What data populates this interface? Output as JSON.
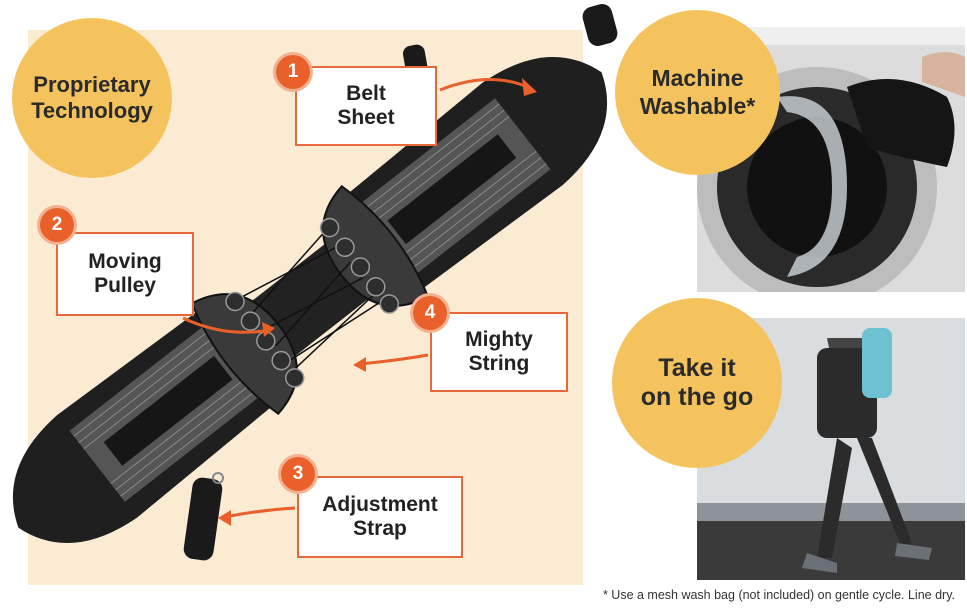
{
  "left_panel": {
    "headline": "Proprietary\nTechnology",
    "callouts": [
      {
        "number": "1",
        "label": "Belt\nSheet"
      },
      {
        "number": "2",
        "label": "Moving\nPulley"
      },
      {
        "number": "3",
        "label": "Adjustment\nStrap"
      },
      {
        "number": "4",
        "label": "Mighty\nString"
      }
    ]
  },
  "right_panel": {
    "washable": "Machine\nWashable*",
    "on_the_go": "Take it\non the go"
  },
  "footnote": "* Use a mesh wash bag (not included) on gentle cycle. Line dry.",
  "colors": {
    "panel_bg": "#fcebd3",
    "circle": "#f5c35e",
    "accent": "#e9602b",
    "belt": "#2a2a2a"
  }
}
